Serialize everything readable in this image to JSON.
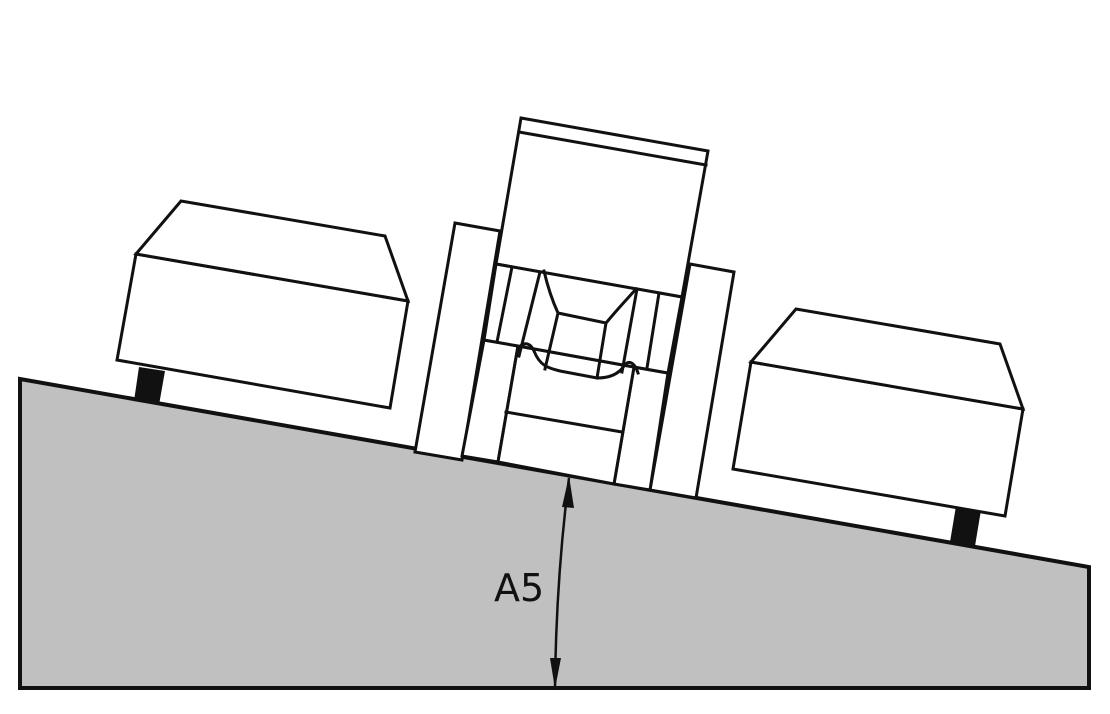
{
  "drawing": {
    "type": "technical-line-drawing",
    "description": "Fixture / vise assembly with two side blocks and a central clamping unit resting on an inclined base plate",
    "colors": {
      "background": "#ffffff",
      "base_fill": "#c0c0c0",
      "line": "#111111",
      "pad": "#111111"
    },
    "dimension": {
      "label": "A5",
      "kind": "angular"
    }
  }
}
